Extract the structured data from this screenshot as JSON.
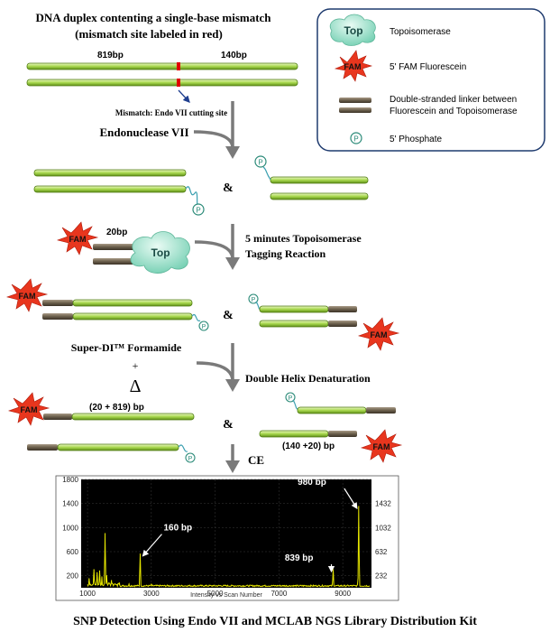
{
  "title": "DNA duplex contenting a single-base mismatch",
  "subtitle": "(mismatch site labeled in red)",
  "duplex": {
    "left_len": "819bp",
    "right_len": "140bp"
  },
  "mismatch_note": "Mismatch: Endo VII cutting site",
  "step1": {
    "label": "Endonuclease VII"
  },
  "step2": {
    "line1": "5 minutes Topoisomerase",
    "line2": "Tagging Reaction"
  },
  "step3": {
    "reagent": "Super-DI™ Formamide",
    "plus": "+",
    "delta": "Δ",
    "label": "Double Helix Denaturation"
  },
  "step4": {
    "label": "CE"
  },
  "amp": "&",
  "labels": {
    "bp20": "20bp",
    "frag_left": "(20 + 819) bp",
    "frag_right": "(140 +20) bp",
    "top": "Top",
    "fam": "FAM",
    "p": "P"
  },
  "legend": {
    "top_icon": "Top",
    "top_text": "Topoisomerase",
    "fam_icon": "FAM",
    "fam_text": "5' FAM Fluorescein",
    "linker_text1": "Double-stranded linker between",
    "linker_text2": "Fluorescein and Topoisomerase",
    "p_icon": "P",
    "p_text": "5' Phosphate"
  },
  "chart_data": {
    "type": "line",
    "xlabel": "Intensity vs Scan Number",
    "x_ticks": [
      1000,
      3000,
      5000,
      7000,
      9000
    ],
    "y_left_ticks": [
      200,
      600,
      1000,
      1400,
      1800
    ],
    "y_right_ticks": [
      232,
      632,
      1032,
      1432
    ],
    "xlim": [
      800,
      9900
    ],
    "ylim": [
      0,
      1800
    ],
    "series": [
      {
        "color": "#e6e600",
        "peaks": [
          {
            "x": 1050,
            "y": 150
          },
          {
            "x": 1200,
            "y": 300
          },
          {
            "x": 1300,
            "y": 250
          },
          {
            "x": 1380,
            "y": 280
          },
          {
            "x": 1450,
            "y": 180
          },
          {
            "x": 1550,
            "y": 900
          },
          {
            "x": 1600,
            "y": 200
          },
          {
            "x": 1750,
            "y": 120
          },
          {
            "x": 2000,
            "y": 80
          },
          {
            "x": 2300,
            "y": 60
          },
          {
            "x": 2650,
            "y": 560
          },
          {
            "x": 3000,
            "y": 60
          },
          {
            "x": 3500,
            "y": 40
          },
          {
            "x": 4200,
            "y": 40
          },
          {
            "x": 5500,
            "y": 30
          },
          {
            "x": 6500,
            "y": 30
          },
          {
            "x": 8700,
            "y": 300
          },
          {
            "x": 9500,
            "y": 1350
          }
        ]
      }
    ],
    "annotations": [
      {
        "text": "160 bp",
        "x": 2650,
        "y": 560
      },
      {
        "text": "839 bp",
        "x": 8700,
        "y": 300
      },
      {
        "text": "980 bp",
        "x": 9500,
        "y": 1350
      }
    ]
  },
  "footer": "SNP Detection Using Endo VII  and MCLAB NGS Library Distribution Kit"
}
